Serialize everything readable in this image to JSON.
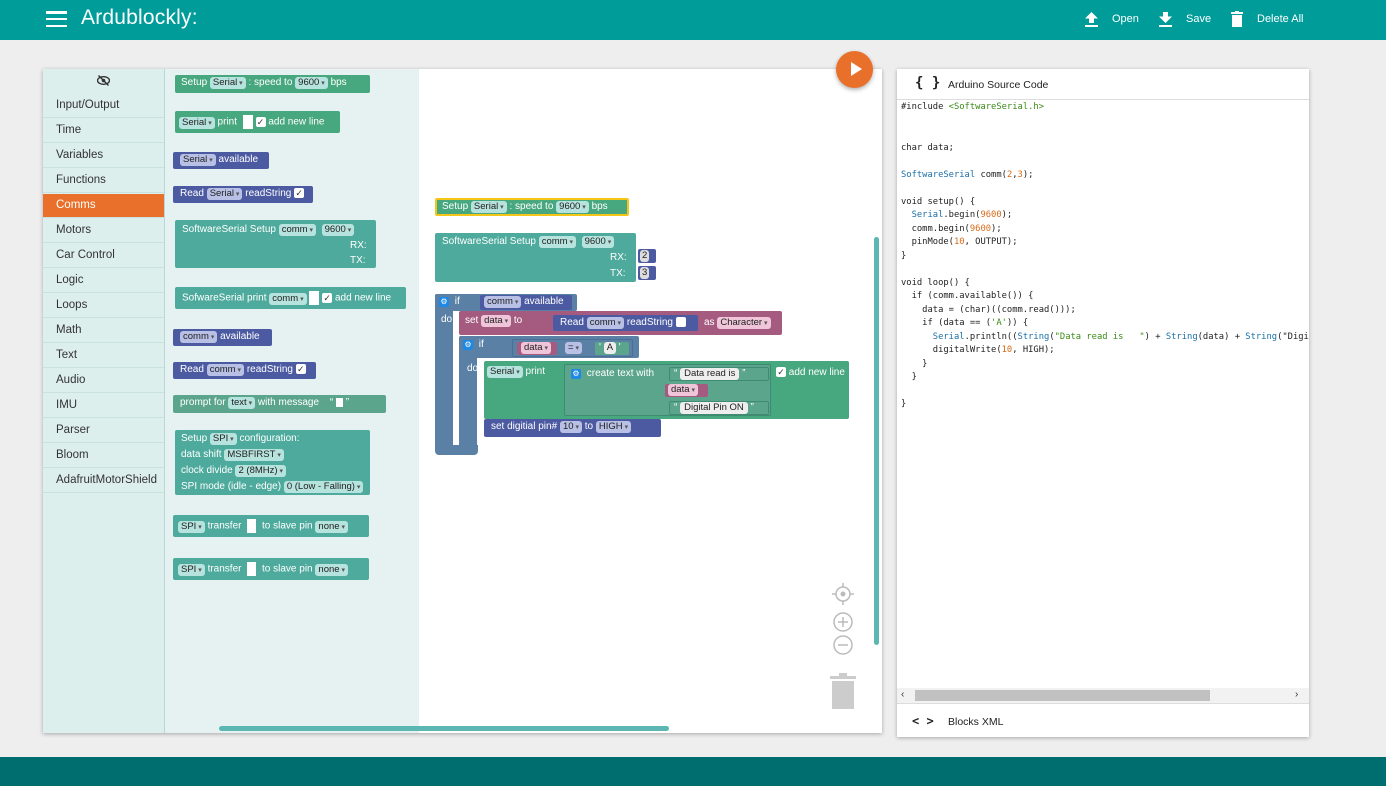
{
  "header": {
    "title": "Ardublockly:",
    "open_label": "Open",
    "save_label": "Save",
    "delete_label": "Delete All"
  },
  "toolbox": {
    "categories": [
      "Input/Output",
      "Time",
      "Variables",
      "Functions",
      "Comms",
      "Motors",
      "Car Control",
      "Logic",
      "Loops",
      "Math",
      "Text",
      "Audio",
      "IMU",
      "Parser",
      "Bloom",
      "AdafruitMotorShield"
    ],
    "selected": "Comms"
  },
  "flyout": {
    "setup_serial": {
      "setup": "Setup",
      "serial": "Serial",
      "speed_to": ": speed to",
      "baud": "9600",
      "bps": "bps"
    },
    "serial_print": {
      "serial": "Serial",
      "print": "print",
      "add_new_line": "add new line"
    },
    "serial_available": {
      "serial": "Serial",
      "available": "available"
    },
    "read_serial": {
      "read": "Read",
      "serial": "Serial",
      "read_string": "readString"
    },
    "softserial_setup": {
      "label": "SoftwareSerial Setup",
      "name": "comm",
      "baud": "9600",
      "rx": "RX:",
      "tx": "TX:"
    },
    "softserial_print": {
      "label": "SofwareSerial print",
      "name": "comm",
      "add_new_line": "add new line"
    },
    "comm_available": {
      "name": "comm",
      "available": "available"
    },
    "read_comm": {
      "read": "Read",
      "name": "comm",
      "read_string": "readString"
    },
    "prompt": {
      "prompt_for": "prompt for",
      "type": "text",
      "with_message": "with message"
    },
    "spi_setup": {
      "setup": "Setup",
      "spi": "SPI",
      "configuration": "configuration:",
      "data_shift": "data shift",
      "data_shift_val": "MSBFIRST",
      "clock_divide": "clock divide",
      "clock_divide_val": "2 (8MHz)",
      "spi_mode": "SPI mode (idle - edge)",
      "spi_mode_val": "0 (Low - Falling)"
    },
    "spi_transfer_1": {
      "spi": "SPI",
      "transfer": "transfer",
      "to_slave_pin": "to slave pin",
      "pin": "none"
    },
    "spi_transfer_2": {
      "spi": "SPI",
      "transfer": "transfer",
      "to_slave_pin": "to slave pin",
      "pin": "none"
    }
  },
  "canvas": {
    "setup_serial": {
      "setup": "Setup",
      "serial": "Serial",
      "speed_to": ": speed to",
      "baud": "9600",
      "bps": "bps"
    },
    "softserial_setup": {
      "label": "SoftwareSerial Setup",
      "name": "comm",
      "baud": "9600",
      "rx": "RX:",
      "tx": "TX:",
      "rx_val": "2",
      "tx_val": "3"
    },
    "if_outer": {
      "if": "if",
      "do": "do",
      "name": "comm",
      "available": "available"
    },
    "set_data": {
      "set": "set",
      "var": "data",
      "to": "to",
      "read": "Read",
      "name": "comm",
      "read_string": "readString",
      "as": "as",
      "cast": "Character"
    },
    "if_inner": {
      "if": "if",
      "do": "do",
      "var": "data",
      "op": "=",
      "char": "A"
    },
    "serial_print": {
      "serial": "Serial",
      "print": "print",
      "create_text_with": "create text with",
      "text1": "Data read is",
      "var": "data",
      "text2": "Digital Pin ON",
      "add_new_line": "add new line"
    },
    "digital_write": {
      "label": "set digitial pin#",
      "pin": "10",
      "to": "to",
      "value": "HIGH"
    }
  },
  "code_panel": {
    "title": "Arduino Source Code",
    "footer_title": "Blocks XML",
    "head_icon": "{ }",
    "foot_icon": "< >"
  },
  "code_lines": {
    "l1a": "#include ",
    "l1b": "<SoftwareSerial.h>",
    "l2": "char data;",
    "l3a": "SoftwareSerial",
    "l3b": " comm(",
    "l3c": "2",
    "l3d": ",",
    "l3e": "3",
    "l3f": ");",
    "l4": "void setup() {",
    "l5a": "  ",
    "l5b": "Serial",
    "l5c": ".begin(",
    "l5d": "9600",
    "l5e": ");",
    "l6a": "  comm.begin(",
    "l6b": "9600",
    "l6c": ");",
    "l7a": "  pinMode(",
    "l7b": "10",
    "l7c": ", OUTPUT);",
    "l8": "}",
    "l9": "void loop() {",
    "l10": "  if (comm.available()) {",
    "l11": "    data = (char)((comm.read()));",
    "l12a": "    if (data == (",
    "l12b": "'A'",
    "l12c": ")) {",
    "l13a": "      ",
    "l13b": "Serial",
    "l13c": ".println((",
    "l13d": "String",
    "l13e": "(",
    "l13f": "\"Data read is   \"",
    "l13g": ") + ",
    "l13h": "String",
    "l13i": "(data) + ",
    "l13j": "String",
    "l13k": "(\"Digital Pin ON\")));",
    "l14a": "      digitalWrite(",
    "l14b": "10",
    "l14c": ", HIGH);",
    "l15": "    }",
    "l16": "  }",
    "l17": "}"
  },
  "colors": {
    "header": "#009c9a",
    "accent": "#e9702a",
    "serial_block": "#47a77e",
    "comm_block": "#4c5aa2",
    "text_block": "#5ba58c",
    "logic_block": "#5b80a5",
    "variable_block": "#a55b80"
  },
  "icons": [
    "menu-icon",
    "upload-icon",
    "download-icon",
    "trash-icon",
    "eye-off-icon",
    "play-icon",
    "target-icon",
    "zoom-in-icon",
    "zoom-out-icon",
    "code-braces-icon",
    "code-xml-icon"
  ]
}
